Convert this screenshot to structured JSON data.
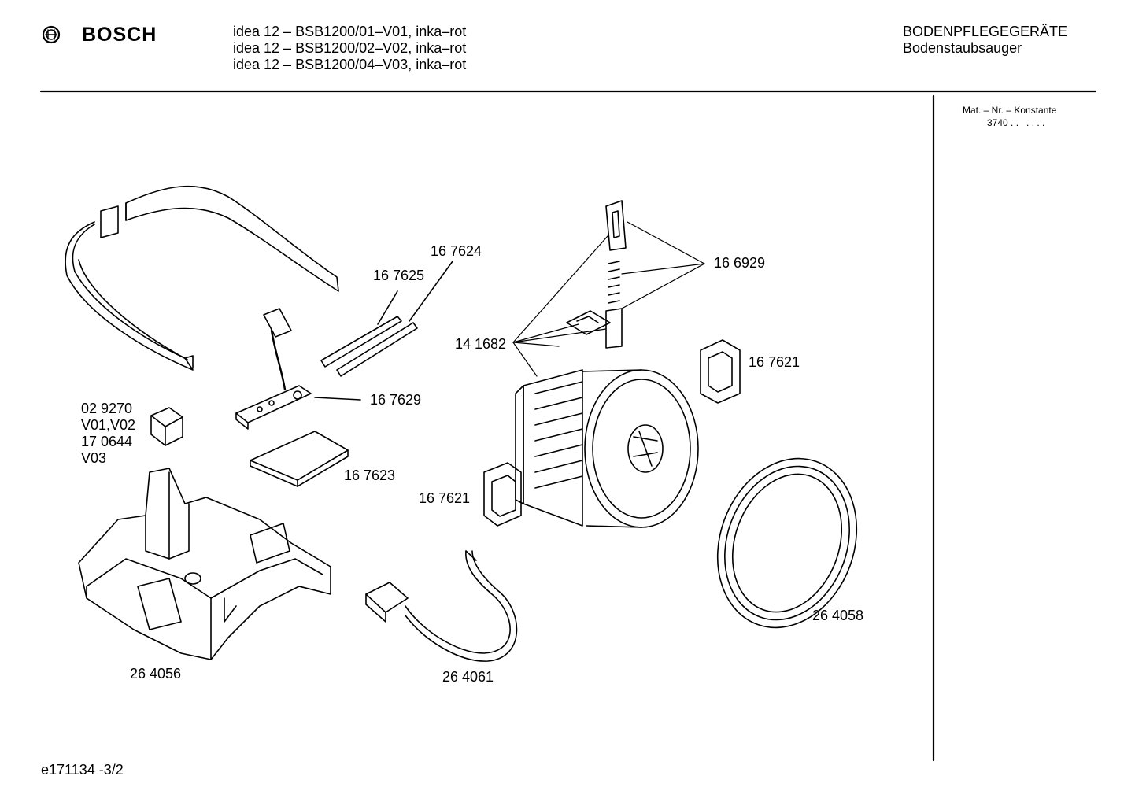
{
  "brand": {
    "name": "BOSCH"
  },
  "header": {
    "models": [
      "idea 12 – BSB1200/01–V01, inka–rot",
      "idea 12 – BSB1200/02–V02, inka–rot",
      "idea 12 – BSB1200/04–V03, inka–rot"
    ],
    "category": "BODENPFLEGEGERÄTE",
    "subcategory": "Bodenstaubsauger"
  },
  "sidebar": {
    "mat_label": "Mat. – Nr. – Konstante",
    "mat_value": "3740 . .   . . . ."
  },
  "parts": {
    "p167624": "16 7624",
    "p167625": "16 7625",
    "p166929": "16 6929",
    "p141682": "14 1682",
    "p167621a": "16 7621",
    "p167629": "16 7629",
    "p029270": "02 9270",
    "pV0102": "V01,V02",
    "p170644": "17 0644",
    "pV03": "V03",
    "p167623": "16 7623",
    "p167621b": "16 7621",
    "p264058": "26 4058",
    "p264056": "26 4056",
    "p264061": "26 4061"
  },
  "footer": {
    "doc_id": "e171134 -3/2"
  },
  "colors": {
    "line": "#000000",
    "background": "#ffffff"
  }
}
